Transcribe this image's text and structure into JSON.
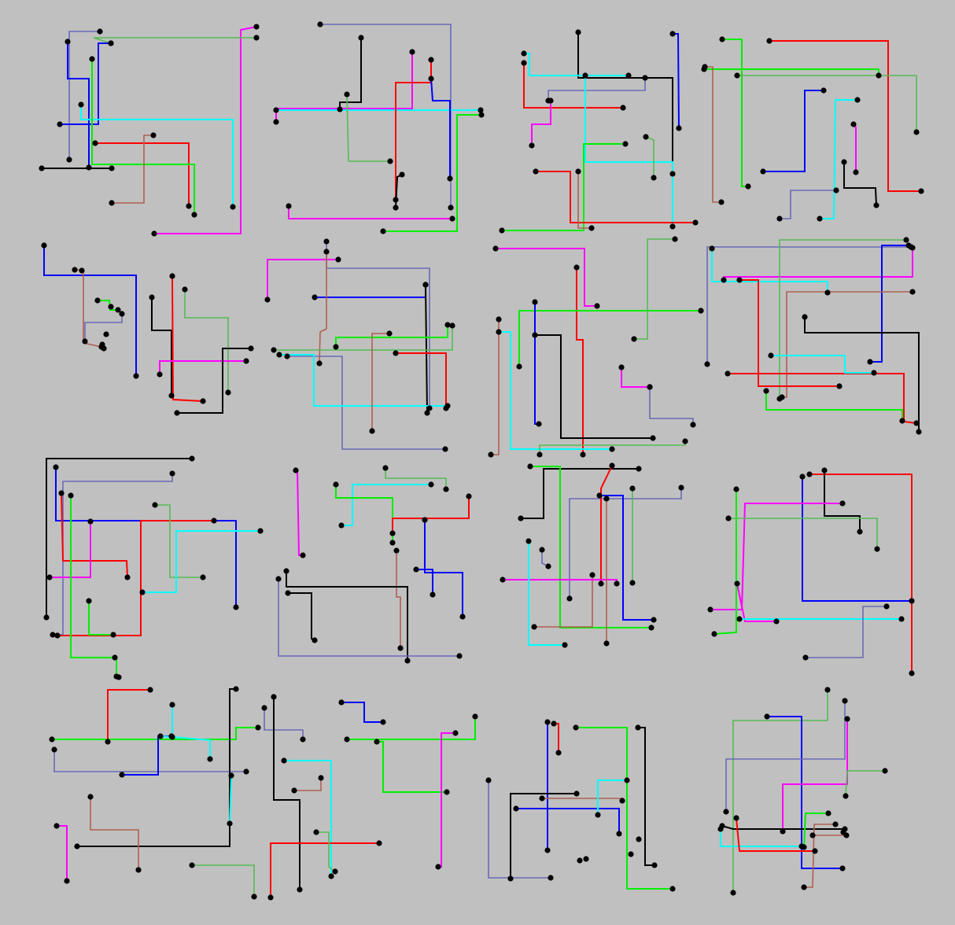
{
  "colors": {
    "background": "#c0c0c0",
    "red": "#ff0000",
    "green": "#00ee00",
    "blue": "#0000ff",
    "cyan": "#00ffff",
    "magenta": "#ff00ff",
    "black": "#000000",
    "slate": "#6a6ab8",
    "sage": "#55bb55",
    "brown": "#b06050",
    "dot": "#000000"
  },
  "grid": {
    "rows": 4,
    "cols": 4,
    "panel_count": 16
  }
}
